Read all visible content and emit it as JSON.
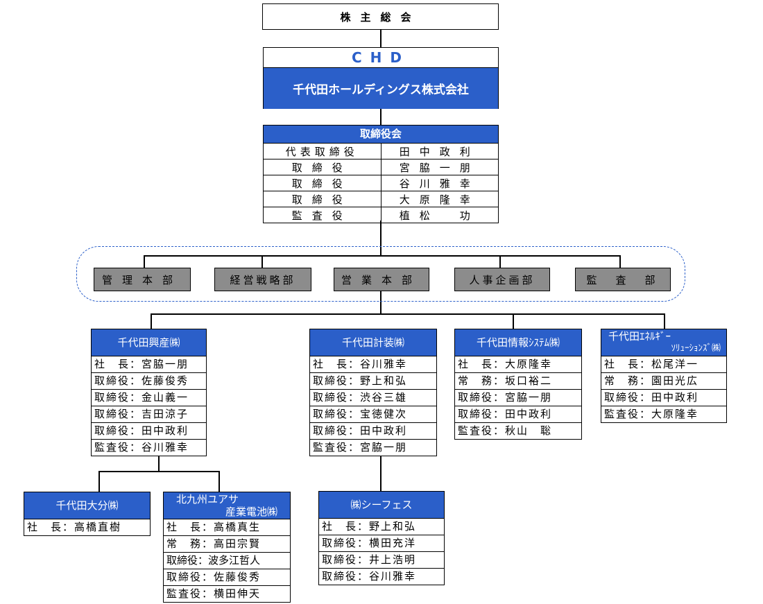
{
  "shareholders": "株主総会",
  "chd": {
    "abbr": "CHD",
    "name": "千代田ホールディングス株式会社"
  },
  "board": {
    "title": "取締役会",
    "rows": [
      {
        "role": "代表取締役",
        "name": "田中政利"
      },
      {
        "role": "取締役",
        "name": "宮脇一朋"
      },
      {
        "role": "取締役",
        "name": "谷川雅幸"
      },
      {
        "role": "取締役",
        "name": "大原隆幸"
      },
      {
        "role": "監査役",
        "name": "植松　功"
      }
    ]
  },
  "departments": [
    "管理本部",
    "経営戦略部",
    "営業本部",
    "人事企画部",
    "監　査　部"
  ],
  "subsidiaries": [
    {
      "name": "千代田興産㈱",
      "rows": [
        "社　長：宮脇一朋",
        "取締役：佐藤俊秀",
        "取締役：金山義一",
        "取締役：吉田涼子",
        "取締役：田中政利",
        "監査役：谷川雅幸"
      ]
    },
    {
      "name": "千代田計装㈱",
      "rows": [
        "社　長：谷川雅幸",
        "取締役：野上和弘",
        "取締役：渋谷三雄",
        "取締役：宝徳健次",
        "取締役：田中政利",
        "監査役：宮脇一朋"
      ]
    },
    {
      "name": "千代田情報ｼｽﾃﾑ㈱",
      "rows": [
        "社　長：大原隆幸",
        "常　務：坂口裕二",
        "取締役：宮脇一朋",
        "取締役：田中政利",
        "監査役：秋山　聡"
      ]
    },
    {
      "name1": "千代田ｴﾈﾙｷﾞｰ",
      "name2": "ｿﾘｭｰｼｮﾝｽﾞ㈱",
      "rows": [
        "社　長：松尾洋一",
        "常　務：園田光広",
        "取締役：田中政利",
        "監査役：大原隆幸"
      ]
    }
  ],
  "grandchildren": [
    {
      "name": "千代田大分㈱",
      "rows": [
        "社　長：高橋直樹"
      ]
    },
    {
      "name1": "北九州ユアサ",
      "name2": "産業電池㈱",
      "rows": [
        "社　長：高橋真生",
        "常　務：高田宗賢",
        "取締役：波多江哲人",
        "取締役：佐藤俊秀",
        "監査役：横田伸天"
      ]
    },
    {
      "name": "㈱シーフェス",
      "rows": [
        "社　長：野上和弘",
        "取締役：横田充洋",
        "取締役：井上浩明",
        "取締役：谷川雅幸"
      ]
    }
  ]
}
